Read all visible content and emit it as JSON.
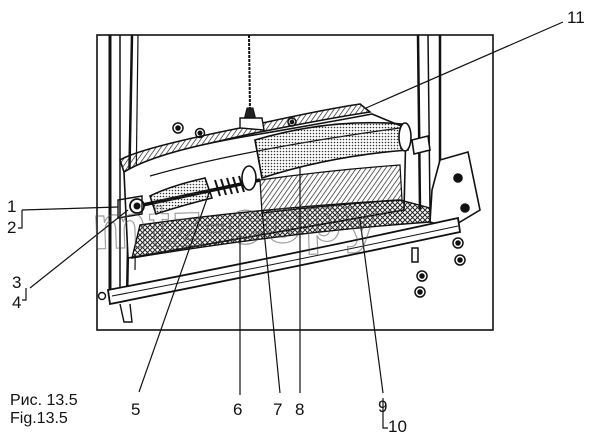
{
  "figure": {
    "caption_ru": "Рис. 13.5",
    "caption_en": "Fig.13.5",
    "watermark": "mtz-copy"
  },
  "callouts": {
    "n1": "1",
    "n2": "2",
    "n3": "3",
    "n4": "4",
    "n5": "5",
    "n6": "6",
    "n7": "7",
    "n8": "8",
    "n9": "9",
    "n10": "10",
    "n11": "11"
  }
}
